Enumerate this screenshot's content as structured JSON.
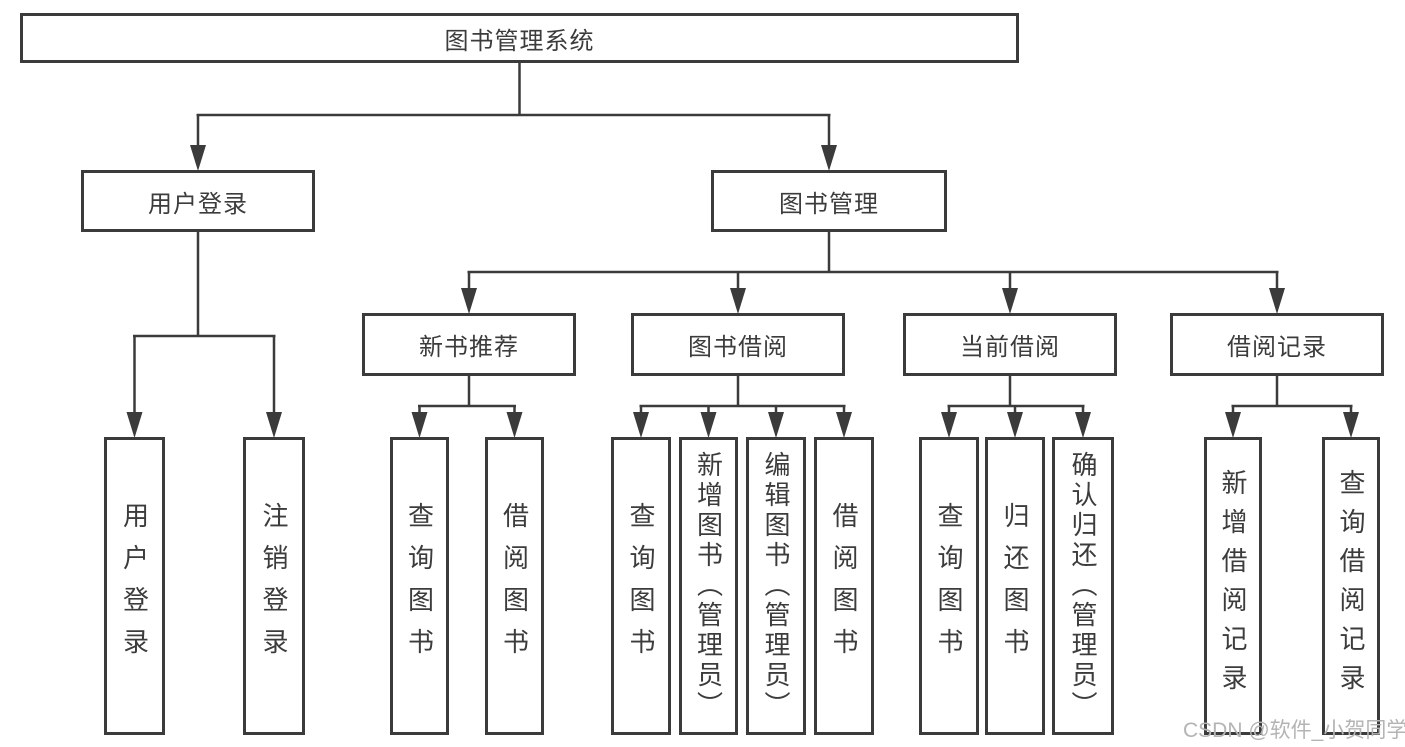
{
  "tree": {
    "root": {
      "label": "图书管理系统",
      "children": [
        {
          "label": "用户登录",
          "children": [
            {
              "label": "用户登录"
            },
            {
              "label": "注销登录"
            }
          ]
        },
        {
          "label": "图书管理",
          "children": [
            {
              "label": "新书推荐",
              "children": [
                {
                  "label": "查询图书"
                },
                {
                  "label": "借阅图书"
                }
              ]
            },
            {
              "label": "图书借阅",
              "children": [
                {
                  "label": "查询图书"
                },
                {
                  "label": "新增图书（管理员）"
                },
                {
                  "label": "编辑图书（管理员）"
                },
                {
                  "label": "借阅图书"
                }
              ]
            },
            {
              "label": "当前借阅",
              "children": [
                {
                  "label": "查询图书"
                },
                {
                  "label": "归还图书"
                },
                {
                  "label": "确认归还（管理员）"
                }
              ]
            },
            {
              "label": "借阅记录",
              "children": [
                {
                  "label": "新增借阅记录"
                },
                {
                  "label": "查询借阅记录"
                }
              ]
            }
          ]
        }
      ]
    }
  },
  "watermark": {
    "text": "CSDN @软件_小贺同学"
  },
  "colors": {
    "line": "#3b3b3b",
    "box_border": "#3b3b3b",
    "text": "#3c3c3c",
    "watermark": "#b4b4b4",
    "background": "#ffffff"
  }
}
